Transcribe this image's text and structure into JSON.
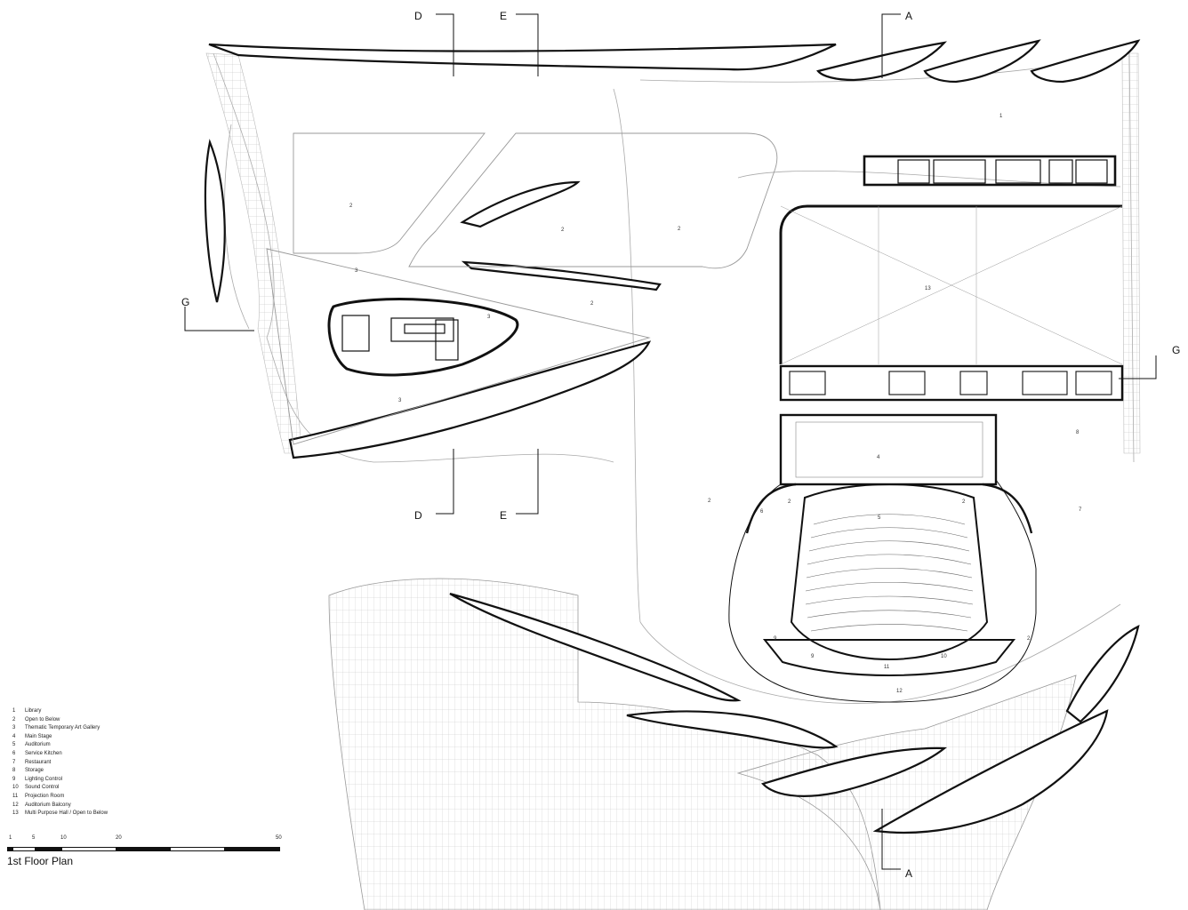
{
  "drawing": {
    "title": "1st Floor Plan",
    "section_marks": [
      "D",
      "E",
      "A",
      "G",
      "G",
      "D",
      "E",
      "A"
    ],
    "room_numbers": [
      "1",
      "2",
      "2",
      "2",
      "2",
      "3",
      "3",
      "3",
      "13",
      "4",
      "5",
      "6",
      "7",
      "8",
      "9",
      "2",
      "2",
      "9",
      "10",
      "11",
      "12",
      "2",
      "2"
    ]
  },
  "legend": {
    "items": [
      {
        "num": "1",
        "label": "Library"
      },
      {
        "num": "2",
        "label": "Open to Below"
      },
      {
        "num": "3",
        "label": "Thematic Temporary Art Gallery"
      },
      {
        "num": "4",
        "label": "Main Stage"
      },
      {
        "num": "5",
        "label": "Auditorium"
      },
      {
        "num": "6",
        "label": "Service Kitchen"
      },
      {
        "num": "7",
        "label": "Restaurant"
      },
      {
        "num": "8",
        "label": "Storage"
      },
      {
        "num": "9",
        "label": "Lighting Control"
      },
      {
        "num": "10",
        "label": "Sound Control"
      },
      {
        "num": "11",
        "label": "Projection Room"
      },
      {
        "num": "12",
        "label": "Auditorium Balcony"
      },
      {
        "num": "13",
        "label": "Multi Purpose Hall / Open to Below"
      }
    ]
  },
  "scale_bar": {
    "ticks": [
      "1",
      "5",
      "10",
      "20",
      "50"
    ]
  }
}
